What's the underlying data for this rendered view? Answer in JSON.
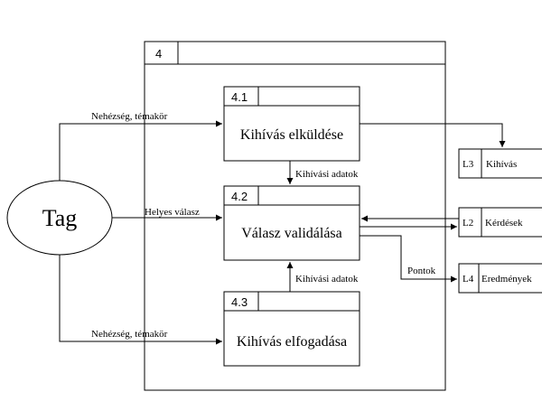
{
  "outer_process": {
    "id": "4"
  },
  "processes": [
    {
      "id": "4.1",
      "name": "Kihívás elküldése"
    },
    {
      "id": "4.2",
      "name": "Válasz validálása"
    },
    {
      "id": "4.3",
      "name": "Kihívás elfogadása"
    }
  ],
  "entity": {
    "name": "Tag"
  },
  "stores": [
    {
      "id": "L3",
      "name": "Kihívás"
    },
    {
      "id": "L2",
      "name": "Kérdések"
    },
    {
      "id": "L4",
      "name": "Eredmények"
    }
  ],
  "flows": {
    "tag_to_41": "Nehézség, témakör",
    "tag_to_42": "Helyes válasz",
    "tag_to_43": "Nehézség, témakör",
    "p41_to_42": "Kihívási adatok",
    "p43_to_42": "Kihívási adatok",
    "p42_to_l4": "Pontok"
  },
  "colors": {
    "line": "#000000",
    "background": "#ffffff"
  }
}
